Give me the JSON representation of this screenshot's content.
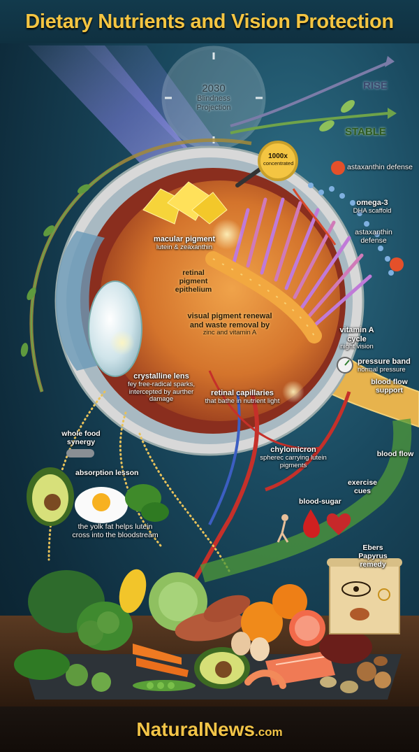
{
  "title": "Dietary Nutrients and Vision Protection",
  "clock": {
    "year": "2030",
    "line1": "Blindness",
    "line2": "Projection"
  },
  "trend": {
    "rise": "RISE",
    "stable": "STABLE"
  },
  "badge": {
    "top": "1000x",
    "bottom": "concentrated"
  },
  "labels": {
    "astaxanthin_top": "astaxanthin defense",
    "omega3_title": "omega-3",
    "omega3_sub": "DHA scaffold",
    "astaxanthin_right": "astaxanthin defense",
    "macular_title": "macular pigment",
    "macular_sub": "lutein & zeaxanthin",
    "rpe": "retinal pigment epithelium",
    "visual_title": "visual pigment renewal and waste removal by",
    "visual_sub": "zinc and vitamin A",
    "vitamin_a_title": "vitamin A cycle",
    "vitamin_a_sub": "night vision",
    "pressure_title": "pressure band",
    "pressure_sub": "normal pressure",
    "blood_flow_top": "blood flow support",
    "lens_title": "crystalline lens",
    "lens_sub": "fey free-radical sparks, intercepted by aurther damage",
    "capillaries_title": "retinal capillaries",
    "capillaries_sub": "that bathe in nutrient light",
    "whole_food": "whole food synergy",
    "absorption": "absorption lesson",
    "chylomicron_title": "chylomicron",
    "chylomicron_sub": "spherec carrying lutein pigments",
    "blood_flow_right": "blood flow",
    "exercise": "exercise cues",
    "blood_sugar": "blood-sugar",
    "yolk_line1": "the yolk fat helps lutein",
    "yolk_line2": "cross into the bloodstream",
    "ebers": "Ebers Papyrus remedy"
  },
  "footer": {
    "brand": "NaturalNews",
    "suffix": ".com"
  },
  "colors": {
    "title": "#f4c542",
    "background": "#1a4a60",
    "iris": "#c87b2e"
  }
}
